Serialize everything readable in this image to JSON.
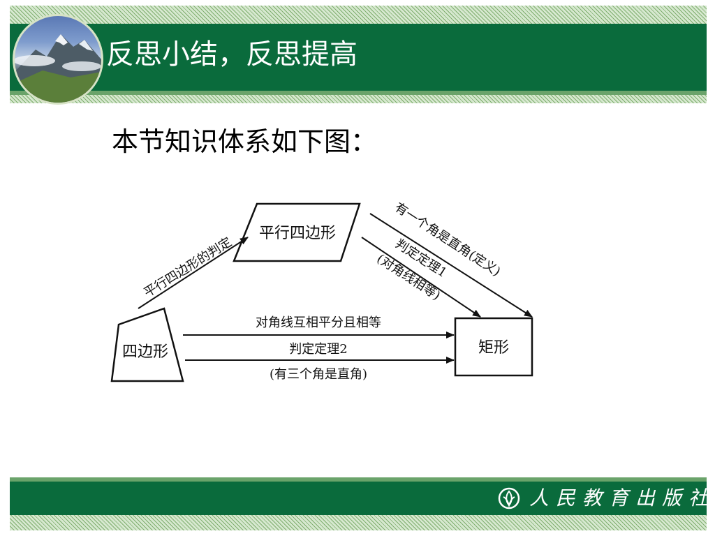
{
  "header": {
    "title": "反思小结，反思提高"
  },
  "subtitle": "本节知识体系如下图：",
  "diagram": {
    "nodes": {
      "quadrilateral": "四边形",
      "parallelogram": "平行四边形",
      "rectangle": "矩形"
    },
    "edges": {
      "quad_to_parallelogram": "平行四边形的判定",
      "parallelogram_right_angle": "有一个角是直角(定义)",
      "parallelogram_theorem1": "判定定理1",
      "parallelogram_theorem1_detail": "(对角线相等)",
      "quad_diagonals": "对角线互相平分且相等",
      "quad_theorem2": "判定定理2",
      "quad_theorem2_detail": "(有三个角是直角)"
    }
  },
  "footer": {
    "publisher": "人民教育出版社"
  },
  "colors": {
    "brand_green": "#0a6b3c",
    "light_green": "#6aa36a"
  }
}
